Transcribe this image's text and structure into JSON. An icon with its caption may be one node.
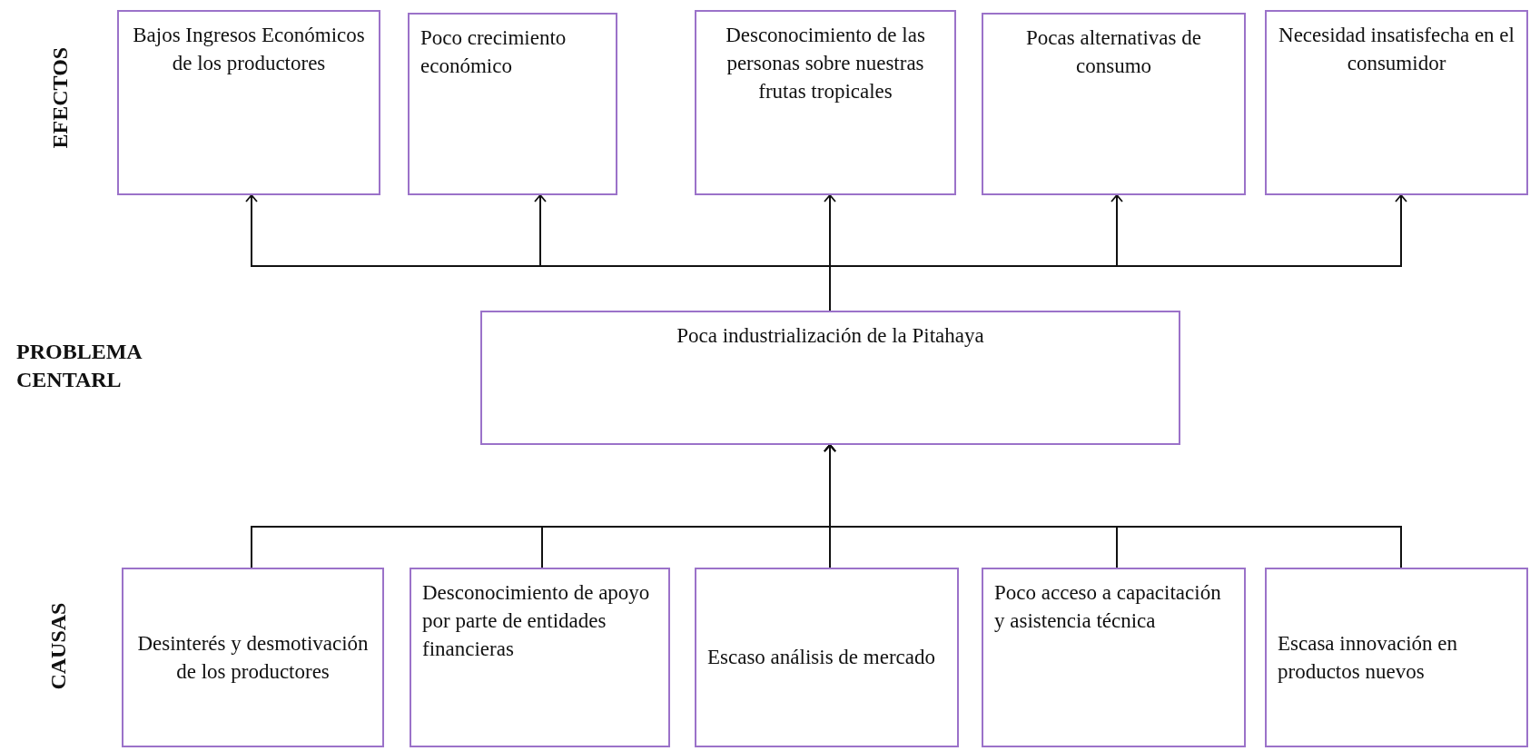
{
  "diagram": {
    "nodes": [
      {
        "text": [
          "Bajos Ingresos Económicos de los productores"
        ]
      },
      {
        "text": [
          "Poco crecimiento económico"
        ]
      },
      {
        "text": [
          "Desconocimiento de las personas sobre nuestras frutas tropicales"
        ]
      },
      {
        "text": [
          "Pocas alternativas de consumo"
        ]
      },
      {
        "text": [
          "Necesidad insatisfecha en el consumidor"
        ]
      },
      {
        "text": [
          "Poca industrialización de la Pitahaya"
        ]
      },
      {
        "text": [
          "Desinterés y desmotivación de los productores"
        ]
      },
      {
        "text": [
          "Desconocimiento de apoyo por parte de entidades financieras"
        ]
      },
      {
        "text": [
          "Escaso análisis de mercado"
        ]
      },
      {
        "text": [
          "Poco acceso a capacitación y asistencia técnica"
        ]
      },
      {
        "text": [
          "Escasa innovación en productos nuevos"
        ]
      }
    ],
    "edges": [
      {
        "from": 5,
        "to": 0,
        "arrow": "to"
      },
      {
        "from": 5,
        "to": 1,
        "arrow": "to"
      },
      {
        "from": 5,
        "to": 2,
        "arrow": "to"
      },
      {
        "from": 5,
        "to": 3,
        "arrow": "to"
      },
      {
        "from": 5,
        "to": 4,
        "arrow": "to"
      },
      {
        "from": 6,
        "to": 5,
        "arrow": "to"
      },
      {
        "from": 7,
        "to": 5,
        "arrow": "to"
      },
      {
        "from": 8,
        "to": 5,
        "arrow": "to"
      },
      {
        "from": 9,
        "to": 5,
        "arrow": "to"
      },
      {
        "from": 10,
        "to": 5,
        "arrow": "to"
      }
    ],
    "labels": [
      "EFECTOS",
      "PROBLEMA CENTARL",
      "CAUSAS"
    ]
  }
}
